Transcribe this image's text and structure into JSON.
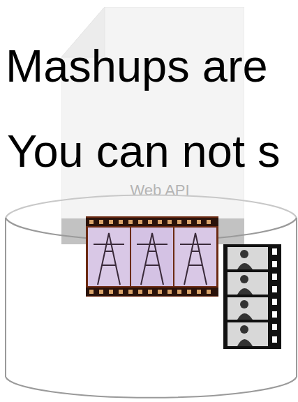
{
  "diagram": {
    "nodes": [
      {
        "text": [
          "Web API"
        ]
      }
    ],
    "labels": [
      "Mashups are",
      "You can not s"
    ]
  }
}
